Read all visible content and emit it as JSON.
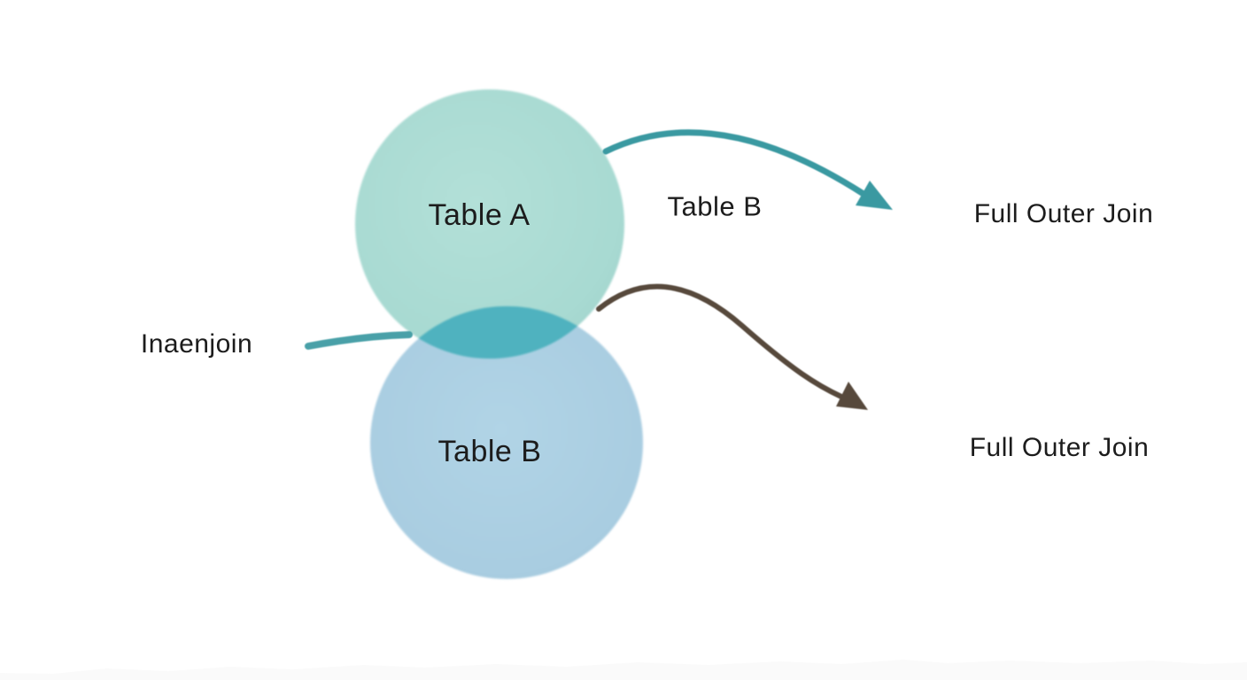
{
  "diagram": {
    "venn": {
      "circle_a": {
        "label": "Table A",
        "fill": "#a8dad2"
      },
      "circle_b": {
        "label": "Table B",
        "fill": "#a9cde1"
      },
      "overlap_fill": "#4fb2bf"
    },
    "annotations": {
      "table_b_arrow_label": "Table B",
      "full_outer_join_top": "Full Outer Join",
      "full_outer_join_bottom": "Full Outer Join",
      "inner_join": "Inaenjoin"
    },
    "colors": {
      "teal_arrow": "#3a99a1",
      "brown_arrow": "#57493c",
      "text": "#1c1c1c",
      "background": "#ffffff",
      "bottom_band": "#f6f6f6"
    }
  }
}
